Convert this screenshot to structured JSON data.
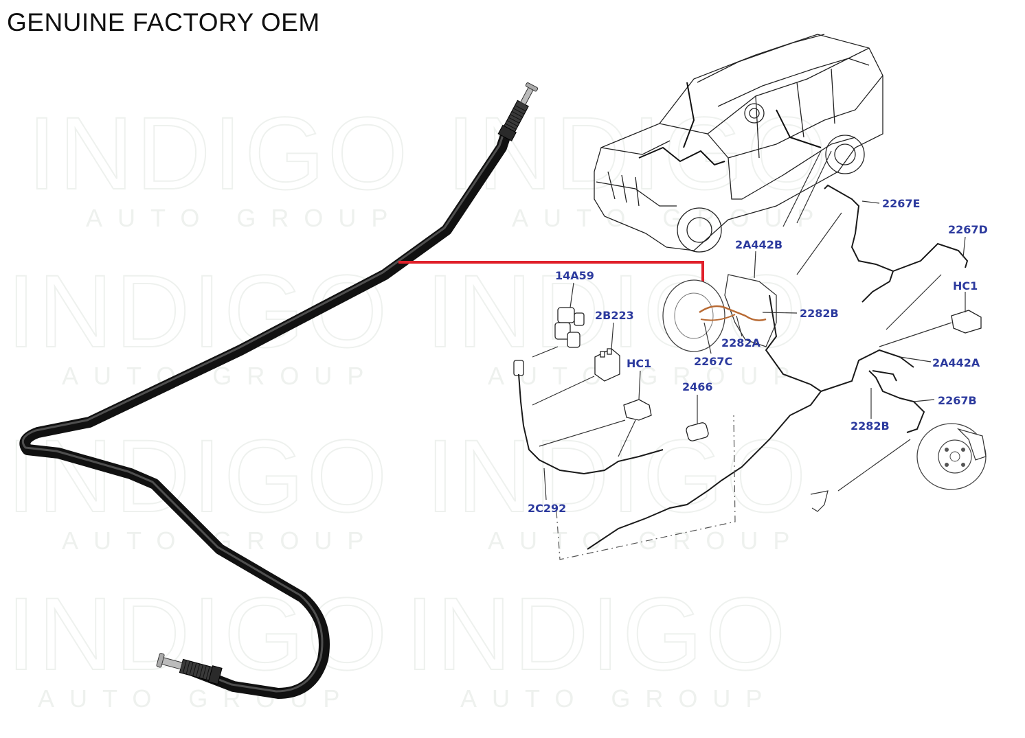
{
  "header": {
    "title": "GENUINE FACTORY OEM"
  },
  "watermark": {
    "brand": "INDIGO",
    "subtitle": "AUTO GROUP"
  },
  "diagram": {
    "callouts": [
      {
        "id": "c-2267E",
        "label": "2267E"
      },
      {
        "id": "c-2267D",
        "label": "2267D"
      },
      {
        "id": "c-2A442B",
        "label": "2A442B"
      },
      {
        "id": "c-HC1-right",
        "label": "HC1"
      },
      {
        "id": "c-14A59",
        "label": "14A59"
      },
      {
        "id": "c-2B223",
        "label": "2B223"
      },
      {
        "id": "c-2282B-top",
        "label": "2282B"
      },
      {
        "id": "c-HC1-left",
        "label": "HC1"
      },
      {
        "id": "c-2282A",
        "label": "2282A"
      },
      {
        "id": "c-2267C",
        "label": "2267C"
      },
      {
        "id": "c-2A442A",
        "label": "2A442A"
      },
      {
        "id": "c-2466",
        "label": "2466"
      },
      {
        "id": "c-2267B",
        "label": "2267B"
      },
      {
        "id": "c-2282B-bottom",
        "label": "2282B"
      },
      {
        "id": "c-2C292",
        "label": "2C292"
      }
    ],
    "highlight_color": "#e0202a",
    "callout_color": "#2c3a9e"
  }
}
